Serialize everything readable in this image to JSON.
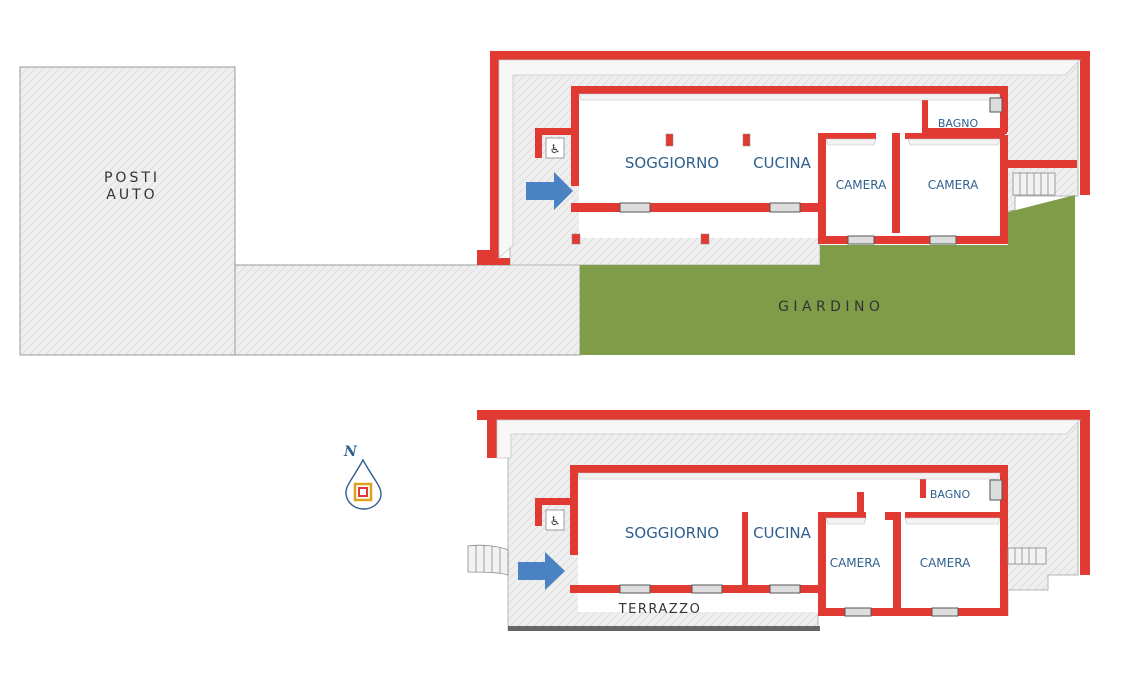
{
  "colors": {
    "wall": "#e03a32",
    "paving": "#ececec",
    "garden": "#7f9c49",
    "room_label": "#2f5f8f",
    "arrow": "#4a82c4",
    "outline": "#9a9a9a"
  },
  "plan_top": {
    "parking_line1": "POSTI",
    "parking_line2": "AUTO",
    "garden": "G I A R D I N O",
    "living": "SOGGIORNO",
    "kitchen": "CUCINA",
    "bedroom1": "CAMERA",
    "bedroom2": "CAMERA",
    "bathroom": "BAGNO"
  },
  "plan_bottom": {
    "living": "SOGGIORNO",
    "kitchen": "CUCINA",
    "bedroom1": "CAMERA",
    "bedroom2": "CAMERA",
    "bathroom": "BAGNO",
    "terrace": "TERRAZZO"
  },
  "compass": {
    "north": "N"
  },
  "icons": {
    "entrance": "arrow-right-icon",
    "accessibility": "wheelchair-icon",
    "compass": "compass-icon"
  }
}
